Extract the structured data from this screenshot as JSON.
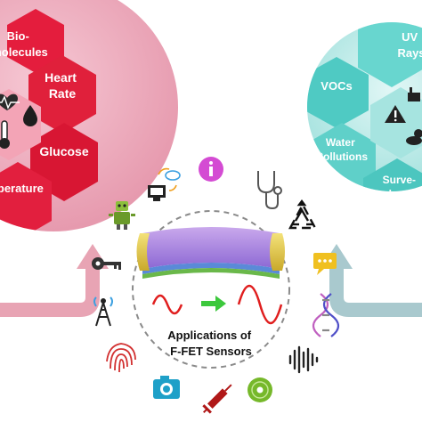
{
  "left_panel": {
    "items": [
      {
        "label_lines": [
          "Bio-",
          "molecules"
        ]
      },
      {
        "label_lines": [
          "Heart",
          "Rate"
        ]
      },
      {
        "label_lines": [
          "Glucose"
        ]
      },
      {
        "label_lines": [
          "Temperature"
        ]
      }
    ]
  },
  "right_panel": {
    "items": [
      {
        "label_lines": [
          "UV",
          "Rays"
        ]
      },
      {
        "label_lines": [
          "VOCs"
        ]
      },
      {
        "label_lines": [
          "Water",
          "Pollutions"
        ]
      },
      {
        "label_lines": [
          "Surve-",
          "-lance"
        ]
      }
    ]
  },
  "center": {
    "caption_lines": [
      "Applications of",
      "F-FET Sensors"
    ]
  },
  "icons": [
    {
      "name": "info-icon",
      "color": "#d44bd3"
    },
    {
      "name": "computer-cloud-icon",
      "color": "#222222"
    },
    {
      "name": "stethoscope-icon",
      "color": "#555555"
    },
    {
      "name": "robot-icon",
      "color": "#6a9a2a"
    },
    {
      "name": "recycle-icon",
      "color": "#111111"
    },
    {
      "name": "key-icon",
      "color": "#333333"
    },
    {
      "name": "chat-bubble-icon",
      "color": "#f0c020"
    },
    {
      "name": "antenna-tower-icon",
      "color": "#222222"
    },
    {
      "name": "dna-icon",
      "color": "#c060c0"
    },
    {
      "name": "fingerprint-icon",
      "color": "#d23030"
    },
    {
      "name": "sound-wave-icon",
      "color": "#222222"
    },
    {
      "name": "camera-icon",
      "color": "#1ea0c8"
    },
    {
      "name": "syringe-icon",
      "color": "#b01818"
    },
    {
      "name": "disc-icon",
      "color": "#76b82a"
    }
  ],
  "colors": {
    "left_bubble": "#e8a0b4",
    "left_hex": "#e01e3c",
    "left_hex_dark": "#c8102e",
    "right_bubble": "#b8e8e6",
    "right_hex": "#5ccfc8",
    "right_hex_dark": "#3fbfb8",
    "left_arrow": "#e8a0b4",
    "right_arrow": "#a8c8cc",
    "wave_red": "#e01e1e",
    "arrow_green": "#3cc83c"
  }
}
